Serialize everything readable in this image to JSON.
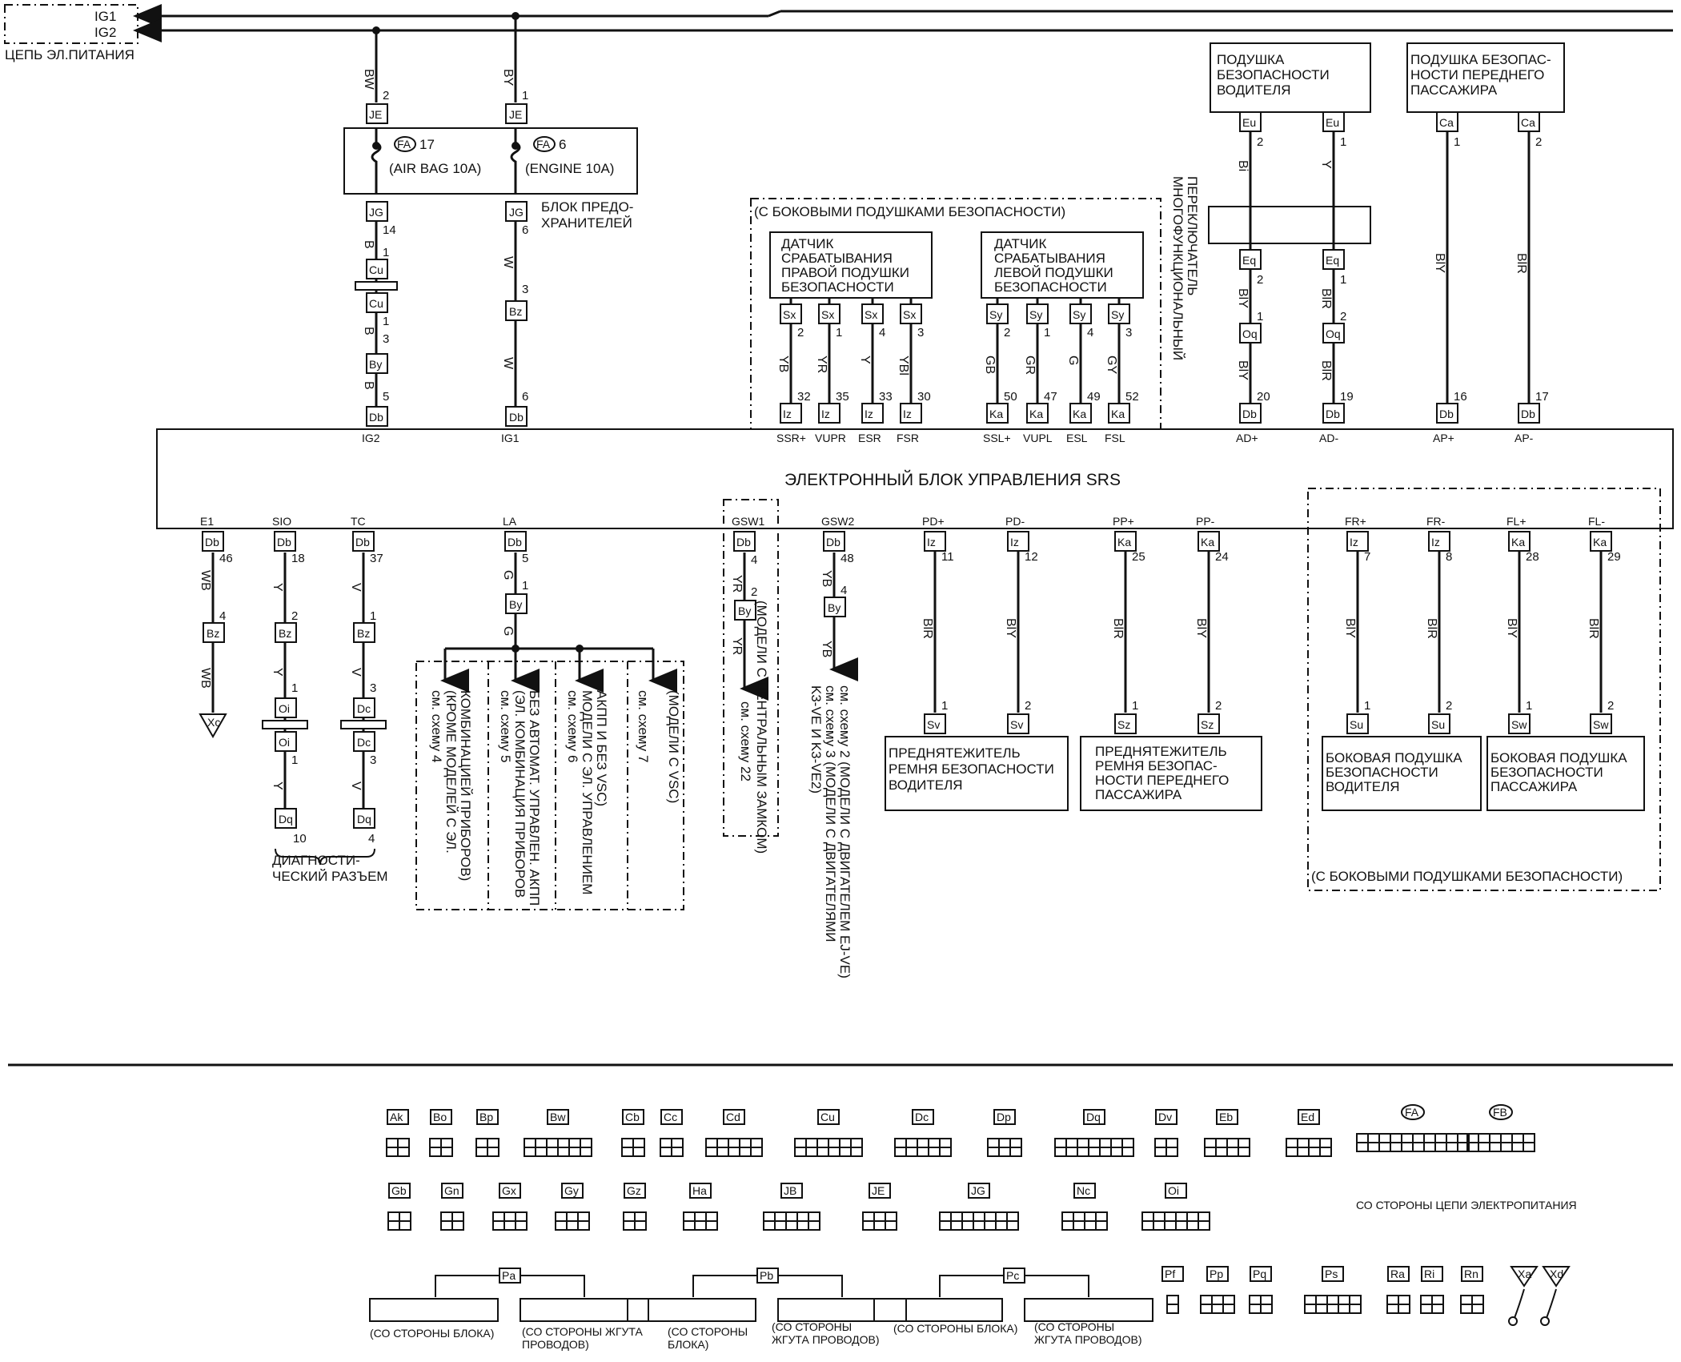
{
  "power": {
    "ig1": "IG1",
    "ig2": "IG2",
    "title": "ЦЕПЬ ЭЛ.ПИТАНИЯ"
  },
  "fuse_block": {
    "label_line1": "БЛОК ПРЕДО-",
    "label_line2": "ХРАНИТЕЛЕЙ",
    "fuse1_id": "FA",
    "fuse1_num": "17",
    "fuse1_name": "(AIR BAG 10A)",
    "fuse2_id": "FA",
    "fuse2_num": "6",
    "fuse2_name": "(ENGINE 10A)"
  },
  "ecu": {
    "title": "ЭЛЕКТРОННЫЙ БЛОК УПРАВЛЕНИЯ SRS",
    "top_pins": [
      "IG2",
      "IG1",
      "SSR+",
      "VUPR",
      "ESR",
      "FSR",
      "SSL+",
      "VUPL",
      "ESL",
      "FSL",
      "AD+",
      "AD-",
      "AP+",
      "AP-"
    ],
    "bottom_pins": [
      "E1",
      "SIO",
      "TC",
      "LA",
      "GSW1",
      "GSW2",
      "PD+",
      "PD-",
      "PP+",
      "PP-",
      "FR+",
      "FR-",
      "FL+",
      "FL-"
    ]
  },
  "side_airbag_note": "(С БОКОВЫМИ ПОДУШКАМИ БЕЗОПАСНОСТИ)",
  "side_airbag_note2": "(С БОКОВЫМИ ПОДУШКАМИ БЕЗОПАСНОСТИ)",
  "sensor_right": [
    "ДАТЧИК",
    "СРАБАТЫВАНИЯ",
    "ПРАВОЙ ПОДУШКИ",
    "БЕЗОПАСНОСТИ"
  ],
  "sensor_left": [
    "ДАТЧИК",
    "СРАБАТЫВАНИЯ",
    "ЛЕВОЙ ПОДУШКИ",
    "БЕЗОПАСНОСТИ"
  ],
  "driver_airbag": [
    "ПОДУШКА",
    "БЕЗОПАСНОСТИ",
    "ВОДИТЕЛЯ"
  ],
  "passenger_airbag": [
    "ПОДУШКА БЕЗОПАС-",
    "НОСТИ ПЕРЕДНЕГО",
    "ПАССАЖИРА"
  ],
  "multifunction_switch": [
    "МНОГОФУНКЦИОНАЛЬНЫЙ",
    "ПЕРЕКЛЮЧАТЕЛЬ"
  ],
  "pretensioner_driver": [
    "ПРЕДНЯТЕЖИТЕЛЬ",
    "РЕМНЯ БЕЗОПАСНОСТИ",
    "ВОДИТЕЛЯ"
  ],
  "pretensioner_passenger": [
    "ПРЕДНЯТЕЖИТЕЛЬ",
    "РЕМНЯ БЕЗОПАС-",
    "НОСТИ ПЕРЕДНЕГО",
    "ПАССАЖИРА"
  ],
  "side_airbag_driver": [
    "БОКОВАЯ ПОДУШКА",
    "БЕЗОПАСНОСТИ",
    "ВОДИТЕЛЯ"
  ],
  "side_airbag_passenger": [
    "БОКОВАЯ ПОДУШКА",
    "БЕЗОПАСНОСТИ",
    "ПАССАЖИРА"
  ],
  "diag_connector": [
    "ДИАГНОСТИ-",
    "ЧЕСКИЙ РАЗЪЕМ"
  ],
  "la_notes": [
    [
      "см. схему 4",
      "(КРОМЕ МОДЕЛЕЙ С ЭЛ.",
      "КОМБИНАЦИЕЙ ПРИБОРОВ)"
    ],
    [
      "см. схему 5",
      "(ЭЛ. КОМБИНАЦИЯ ПРИБОРОВ",
      "БЕЗ АВТОМАТ. УПРАВЛЕН. АКПП"
    ],
    [
      "см. схему 6",
      "МОДЕЛИ С ЭЛ. УПРАВЛЕНИЕМ",
      "АКПП И БЕЗ VSC)"
    ],
    [
      "см. схему 7",
      "(МОДЕЛИ С VSC)"
    ]
  ],
  "gsw1_note": [
    "см. схему 22",
    "(МОДЕЛИ С ЦЕНТРАЛЬНЫМ ЗАМКОМ)"
  ],
  "gsw2_note": [
    "см. схему 2 (МОДЕЛИ С ДВИГАТЕЛЕМ EJ-VE)",
    "см. схему 3 (МОДЕЛИ С ДВИГАТЕЛЯМИ",
    "K3-VE И K3-VE2)"
  ],
  "wire_colors": {
    "bw": "BW",
    "by": "BY",
    "b": "B",
    "w": "W",
    "yb": "YB",
    "yr": "YR",
    "y": "Y",
    "ybl": "YBl",
    "gb": "GB",
    "gr": "GR",
    "g": "G",
    "gy": "GY",
    "bi": "Bi",
    "bly": "BlY",
    "blr": "BlR",
    "wb": "WB",
    "v": "V"
  },
  "connector_legend": {
    "row1": [
      "Ak",
      "Bo",
      "Bp",
      "Bw",
      "Cb",
      "Cc",
      "Cd",
      "Cu",
      "Dc",
      "Dp",
      "Dq",
      "Dv",
      "Eb",
      "Ed",
      "FA",
      "FB"
    ],
    "row2": [
      "Gb",
      "Gn",
      "Gx",
      "Gy",
      "Gz",
      "Ha",
      "JB",
      "JE",
      "JG",
      "Nc",
      "Oi"
    ],
    "row3": [
      "Pa",
      "Pb",
      "Pc",
      "Pf",
      "Pp",
      "Pq",
      "Ps",
      "Ra",
      "Ri",
      "Rn",
      "Xa",
      "Xd"
    ],
    "power_side": "СО СТОРОНЫ ЦЕПИ ЭЛЕКТРОПИТАНИЯ",
    "block_side": "(СО СТОРОНЫ БЛОКА)",
    "harness_side": [
      "(СО СТОРОНЫ ЖГУТА",
      "ПРОВОДОВ)"
    ],
    "block_side2": [
      "(СО СТОРОНЫ",
      "БЛОКА)"
    ],
    "harness_side2": [
      "(СО СТОРОНЫ",
      "ЖГУТА ПРОВОДОВ)"
    ],
    "block_side3": "(СО СТОРОНЫ БЛОКА)",
    "harness_side3": [
      "(СО СТОРОНЫ",
      "ЖГУТА ПРОВОДОВ)"
    ]
  },
  "ground_xc": "Xc"
}
